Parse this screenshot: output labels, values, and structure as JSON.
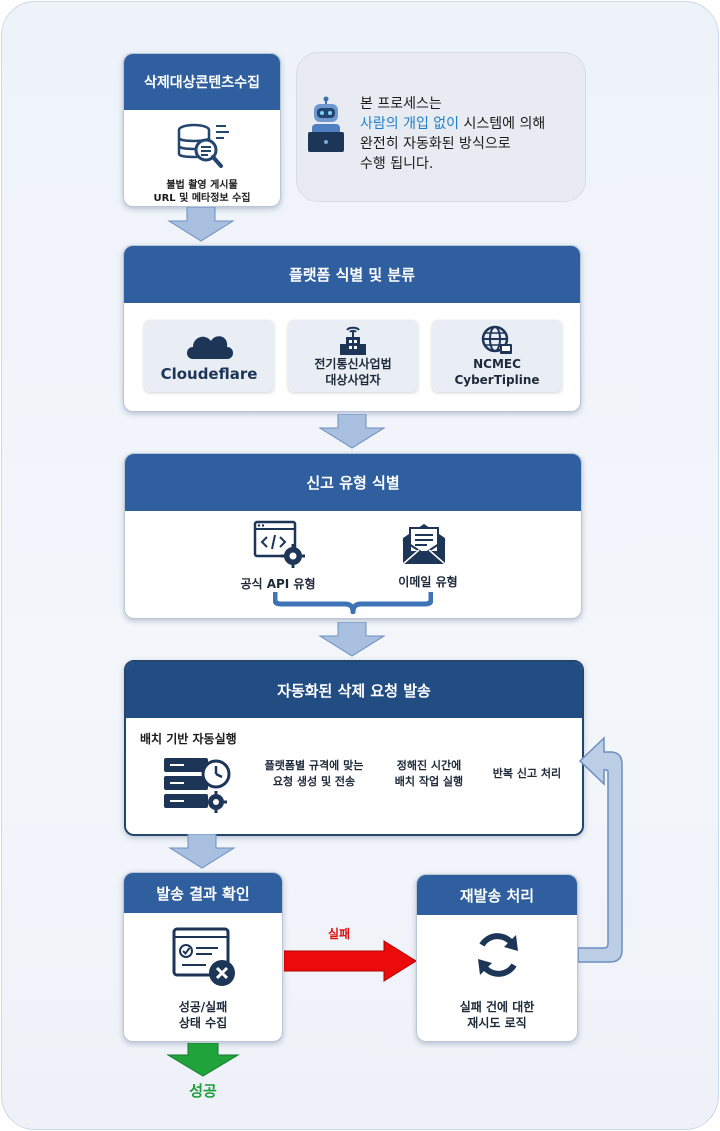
{
  "step1": {
    "title": "삭제대상콘텐츠수집",
    "caption_line1": "불법 촬영 게시물",
    "caption_line2": "URL 및 메타정보 수집"
  },
  "note": {
    "line1": "본 프로세스는",
    "line2_highlight": "사람의 개입 없이",
    "line2_rest": " 시스템에 의해",
    "line3": "완전히 자동화된 방식으로",
    "line4": "수행 됩니다."
  },
  "step2": {
    "title": "플랫폼 식별 및 분류",
    "tiles": [
      {
        "label": "Cloudeflare"
      },
      {
        "label_line1": "전기통신사업법",
        "label_line2": "대상사업자"
      },
      {
        "label_line1": "NCMEC",
        "label_line2": "CyberTipline"
      }
    ]
  },
  "step3": {
    "title": "신고 유형 식별",
    "api_label": "공식 API 유형",
    "email_label": "이메일 유형"
  },
  "step4": {
    "title": "자동화된 삭제 요청  발송",
    "batch_label": "배치 기반 자동실행",
    "item1_line1": "플랫폼별 규격에 맞는",
    "item1_line2": "요청 생성 및 전송",
    "item2_line1": "정해진 시간에",
    "item2_line2": "배치 작업 실행",
    "item3": "반복 신고 처리"
  },
  "step5": {
    "title": "발송 결과 확인",
    "caption_line1": "성공/실패",
    "caption_line2": "상태 수집"
  },
  "step6": {
    "title": "재발송 처리",
    "caption_line1": "실패 건에 대한",
    "caption_line2": "재시도 로직"
  },
  "fail_label": "실패",
  "success_label": "성공",
  "colors": {
    "header_blue": "#2f5f9e",
    "header_dark": "#214d83",
    "flow_arrow": "#a9bfdf",
    "fail_arrow": "#e01010",
    "success_arrow": "#1f9e3a",
    "highlight_text": "#1f7fc8"
  }
}
